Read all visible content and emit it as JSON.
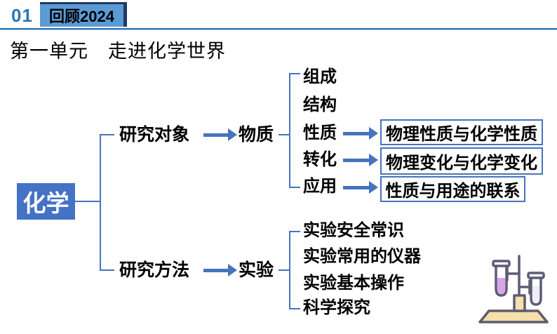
{
  "header": {
    "section_number": "01",
    "section_title": "回顾2024",
    "unit_title": "第一单元　走进化学世界"
  },
  "diagram": {
    "root_label": "化学",
    "branches": [
      {
        "label": "研究对象",
        "target": "物质",
        "items": [
          {
            "label": "组成"
          },
          {
            "label": "结构"
          },
          {
            "label": "性质",
            "detail": "物理性质与化学性质"
          },
          {
            "label": "转化",
            "detail": "物理变化与化学变化"
          },
          {
            "label": "应用",
            "detail": "性质与用途的联系"
          }
        ]
      },
      {
        "label": "研究方法",
        "target": "实验",
        "items": [
          {
            "label": "实验安全常识"
          },
          {
            "label": "实验常用的仪器"
          },
          {
            "label": "实验基本操作"
          },
          {
            "label": "科学探究"
          }
        ]
      }
    ]
  },
  "icons": {
    "bottom_right": "test-tube-stand-icon"
  },
  "colors": {
    "accent_blue": "#2E74B5",
    "badge_fill": "#5B9BD5",
    "badge_border": "#1F3864",
    "root_fill": "#4472C4",
    "line_blue": "#4673BE",
    "icon_outline": "#5D5C74",
    "icon_base_fill": "#F6DFA8",
    "liquid_purple": "#D9A5E8",
    "liquid_light": "#EFEDF8"
  }
}
